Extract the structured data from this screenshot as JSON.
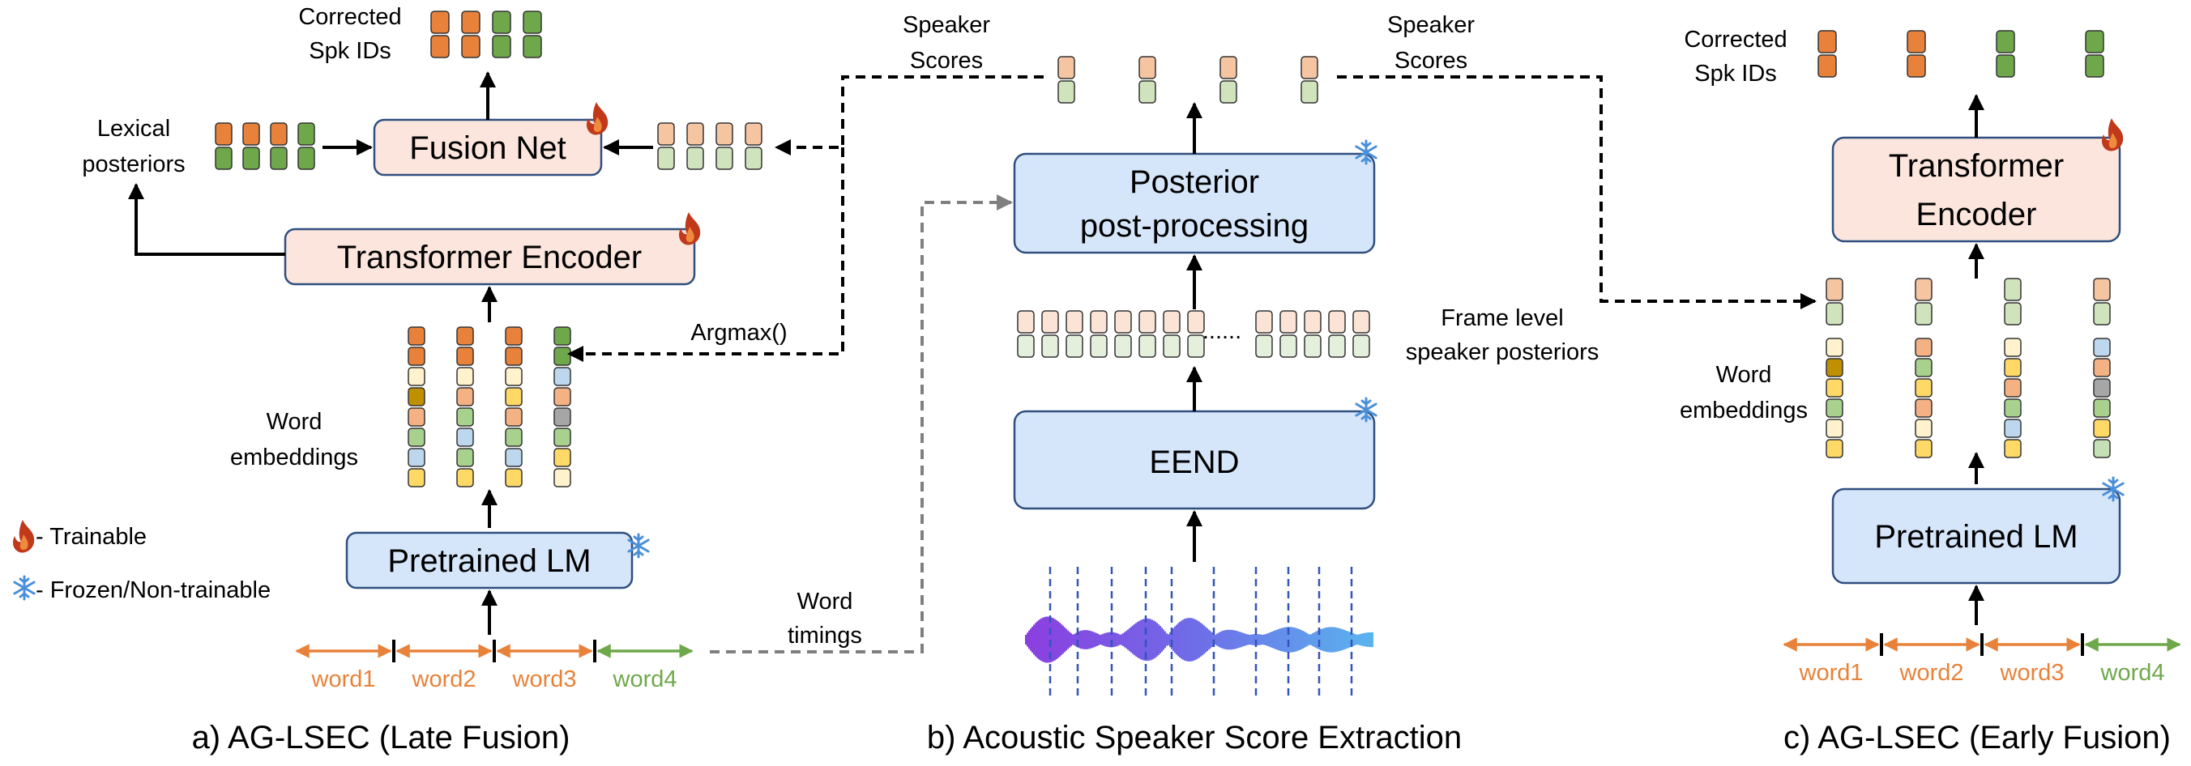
{
  "colors": {
    "orange": "#E8823A",
    "green": "#6FA84B",
    "pale_orange": "#F5C4A1",
    "pale_green": "#CFE3BD",
    "frame_orange": "#FBE4D5",
    "frame_green": "#E5F0DC",
    "box_blue": "#D6E6FA",
    "box_peach": "#FBE5DC",
    "box_border": "#2F4F7F",
    "emb": [
      "#FFF2CC",
      "#BF9000",
      "#F4B183",
      "#A9D18E",
      "#BDD7EE",
      "#FFD966",
      "#A6A6A6",
      "#C5E0B4"
    ]
  },
  "icons": {
    "trainable": "flame-icon",
    "frozen": "snowflake-icon"
  },
  "legend": {
    "trainable": "- Trainable",
    "frozen": "- Frozen/Non-trainable"
  },
  "panel_a": {
    "caption": "a) AG-LSEC (Late Fusion)",
    "corrected_line1": "Corrected",
    "corrected_line2": "Spk IDs",
    "lexical_line1": "Lexical",
    "lexical_line2": "posteriors",
    "fusion_net": "Fusion Net",
    "transformer_encoder": "Transformer Encoder",
    "argmax": "Argmax()",
    "word_emb_line1": "Word",
    "word_emb_line2": "embeddings",
    "pretrained_lm": "Pretrained LM",
    "words": [
      "word1",
      "word2",
      "word3",
      "word4"
    ]
  },
  "panel_b": {
    "caption": "b) Acoustic Speaker Score Extraction",
    "speaker_scores_left_1": "Speaker",
    "speaker_scores_left_2": "Scores",
    "speaker_scores_right_1": "Speaker",
    "speaker_scores_right_2": "Scores",
    "posterior_line1": "Posterior",
    "posterior_line2": "post-processing",
    "frame_level_line1": "Frame level",
    "frame_level_line2": "speaker posteriors",
    "ellipsis": "......",
    "eend": "EEND",
    "word_timings_line1": "Word",
    "word_timings_line2": "timings"
  },
  "panel_c": {
    "caption": "c) AG-LSEC (Early Fusion)",
    "corrected_line1": "Corrected",
    "corrected_line2": "Spk IDs",
    "transformer_line1": "Transformer",
    "transformer_line2": "Encoder",
    "word_emb_line1": "Word",
    "word_emb_line2": "embeddings",
    "pretrained_lm": "Pretrained LM",
    "words": [
      "word1",
      "word2",
      "word3",
      "word4"
    ]
  }
}
